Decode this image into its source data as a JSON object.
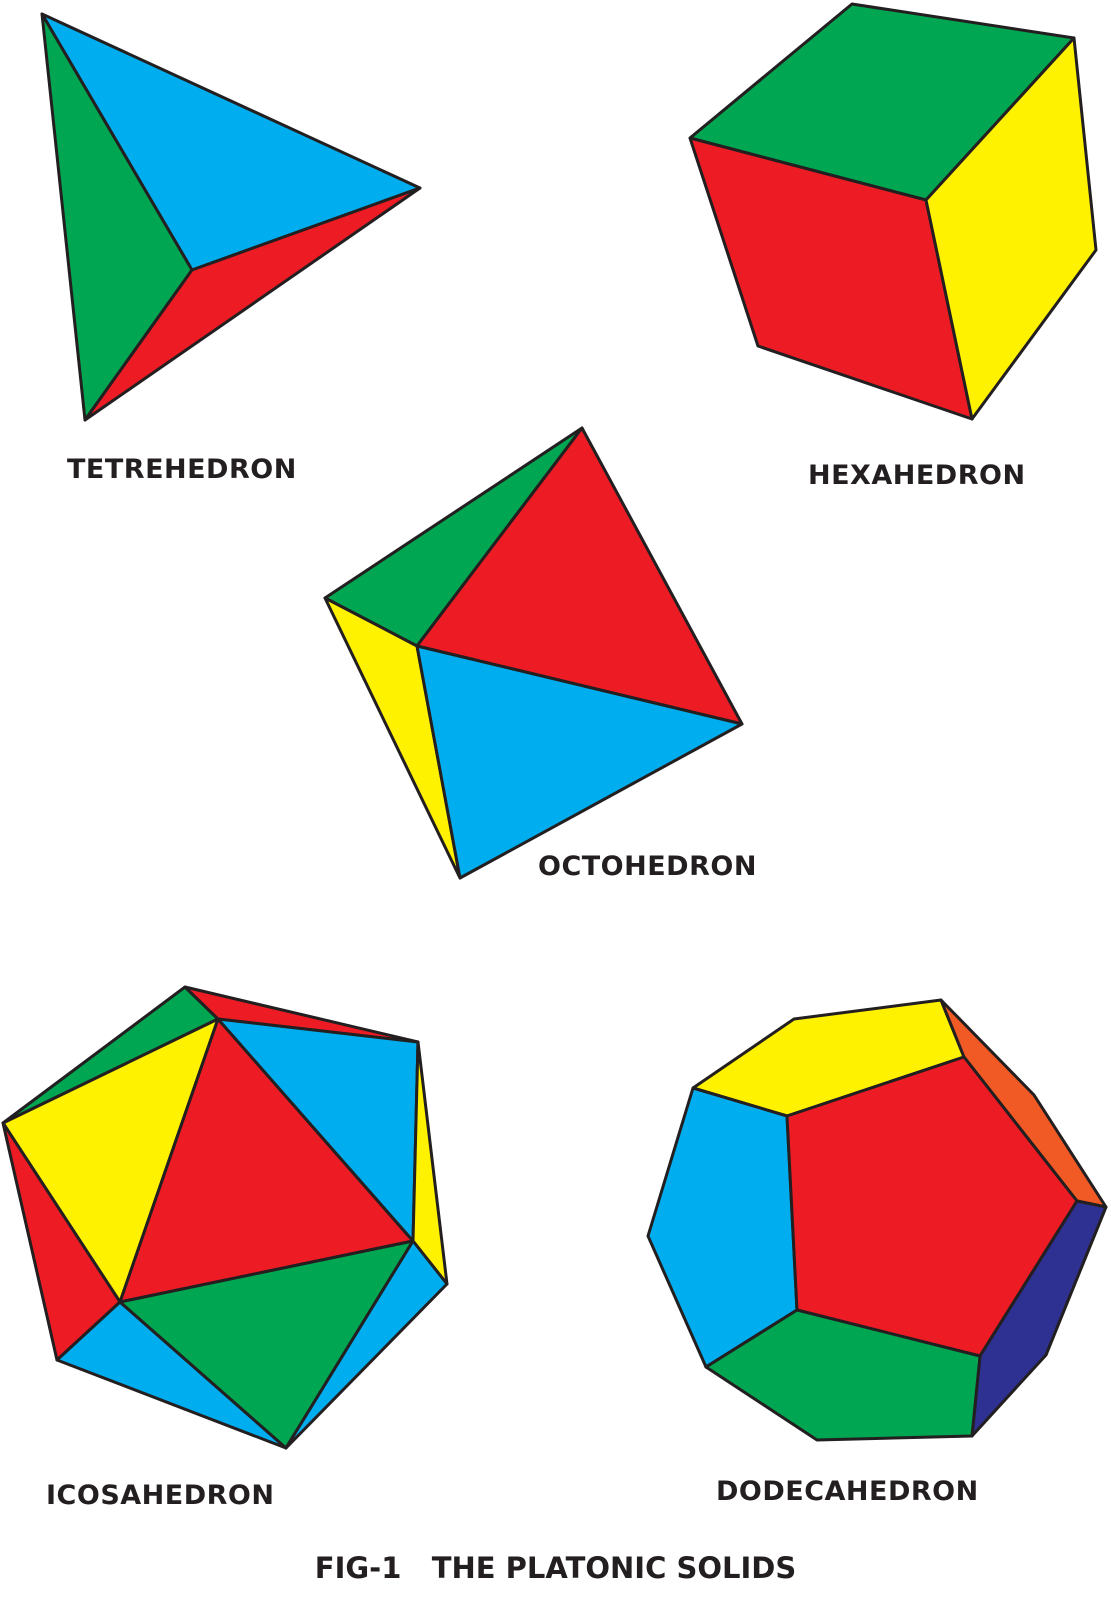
{
  "colors": {
    "green": "#00a651",
    "blue": "#00aeef",
    "red": "#ed1c24",
    "yellow": "#fff200",
    "orange": "#f15a24",
    "navy": "#2e3192",
    "outline": "#231f20"
  },
  "labels": {
    "tetrahedron": "TETREHEDRON",
    "hexahedron": "HEXAHEDRON",
    "octahedron": "OCTOHEDRON",
    "icosahedron": "ICOSAHEDRON",
    "dodecahedron": "DODECAHEDRON"
  },
  "caption": "FIG-1   THE PLATONIC SOLIDS"
}
